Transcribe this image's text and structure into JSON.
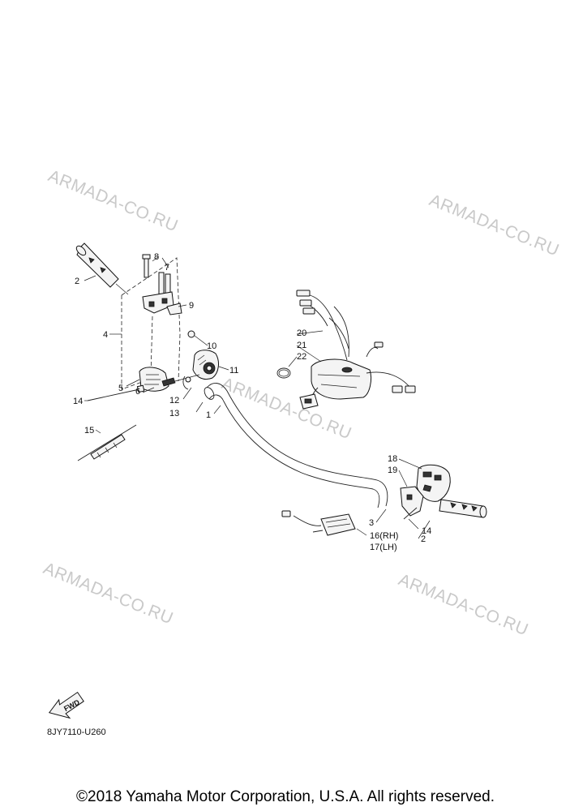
{
  "watermarks": [
    "ARMADA-CO.RU",
    "ARMADA-CO.RU",
    "ARMADA-CO.RU",
    "ARMADA-CO.RU",
    "ARMADA-CO.RU"
  ],
  "callouts": {
    "n1": "1",
    "n2a": "2",
    "n2b": "2",
    "n3": "3",
    "n4": "4",
    "n5": "5",
    "n6": "6",
    "n7": "7",
    "n8": "8",
    "n9": "9",
    "n10": "10",
    "n11": "11",
    "n12": "12",
    "n13": "13",
    "n14a": "14",
    "n14b": "14",
    "n15": "15",
    "n16": "16(RH)",
    "n17": "17(LH)",
    "n18": "18",
    "n19": "19",
    "n20": "20",
    "n21": "21",
    "n22": "22"
  },
  "fwd_label": "FWD",
  "diagram_code": "8JY7110-U260",
  "copyright": "©2018 Yamaha Motor Corporation, U.S.A. All rights reserved."
}
